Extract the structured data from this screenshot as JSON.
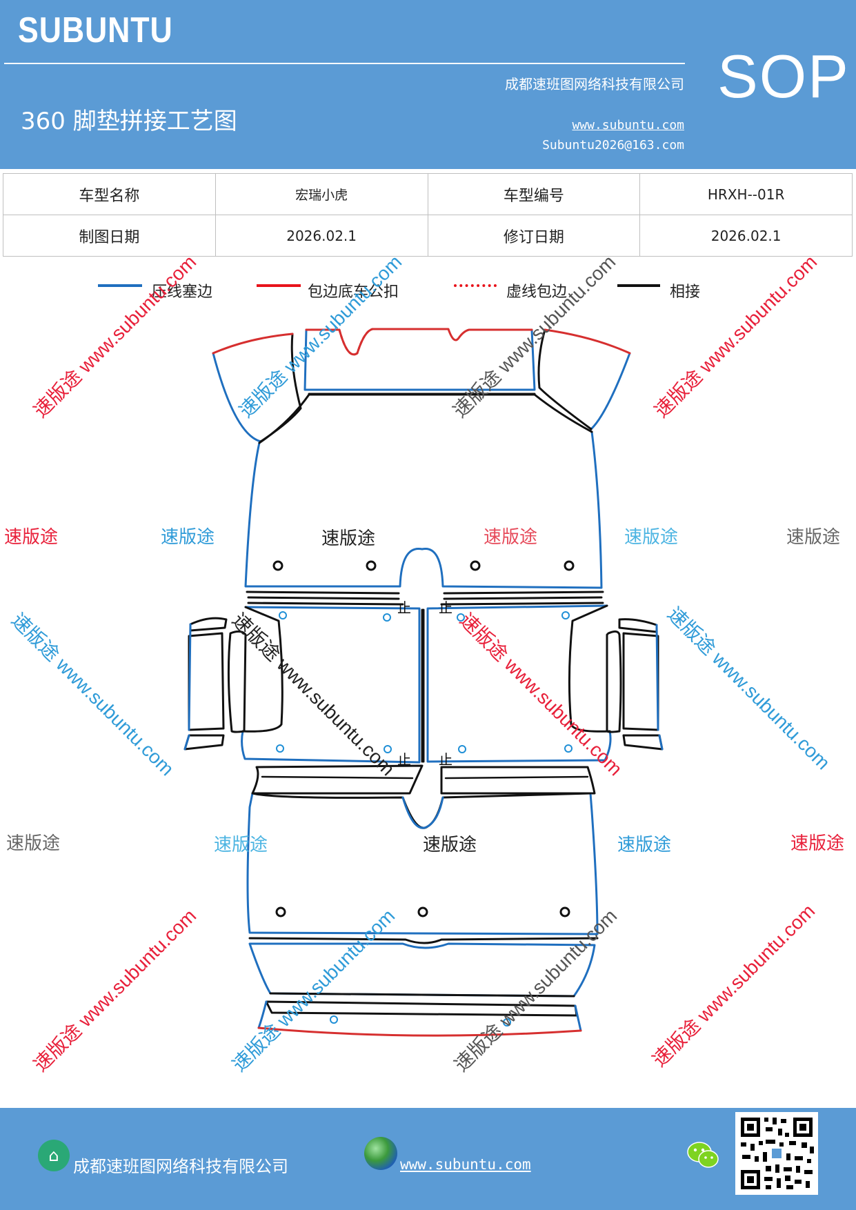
{
  "header": {
    "brand": "SUBUNTU",
    "sop": "SOP",
    "company": "成都速班图网络科技有限公司",
    "title": "360 脚垫拼接工艺图",
    "website": "www.subuntu.com",
    "email": "Subuntu2026@163.com"
  },
  "info": {
    "model_name_label": "车型名称",
    "model_name": "宏瑞小虎",
    "model_code_label": "车型编号",
    "model_code": "HRXH--01R",
    "draw_date_label": "制图日期",
    "draw_date": "2026.02.1",
    "revise_date_label": "修订日期",
    "revise_date": "2026.02.1"
  },
  "legend": [
    {
      "label": "压线塞边",
      "color": "#1f6fbf",
      "style": "solid"
    },
    {
      "label": "包边底车公扣",
      "color": "#e8131b",
      "style": "solid"
    },
    {
      "label": "虚线包边",
      "color": "#e8131b",
      "style": "dotted"
    },
    {
      "label": "相接",
      "color": "#111111",
      "style": "solid"
    }
  ],
  "watermark": {
    "brand_cn": "速版途",
    "url": "www.subuntu.com",
    "combo": "速版途 www.subuntu.com",
    "colors": {
      "red": "#e8203a",
      "blue": "#2f9bd8",
      "gray": "#666666",
      "black": "#222222",
      "lightred": "#e64a5a",
      "lightblue": "#4cb4e2"
    }
  },
  "drawing": {
    "marks": [
      "止",
      "止",
      "止",
      "止"
    ]
  },
  "footer": {
    "company": "成都速班图网络科技有限公司",
    "website": "www.subuntu.com ",
    "home_icon": "home-icon",
    "globe_icon": "globe-icon",
    "wechat_icon": "wechat-icon"
  }
}
